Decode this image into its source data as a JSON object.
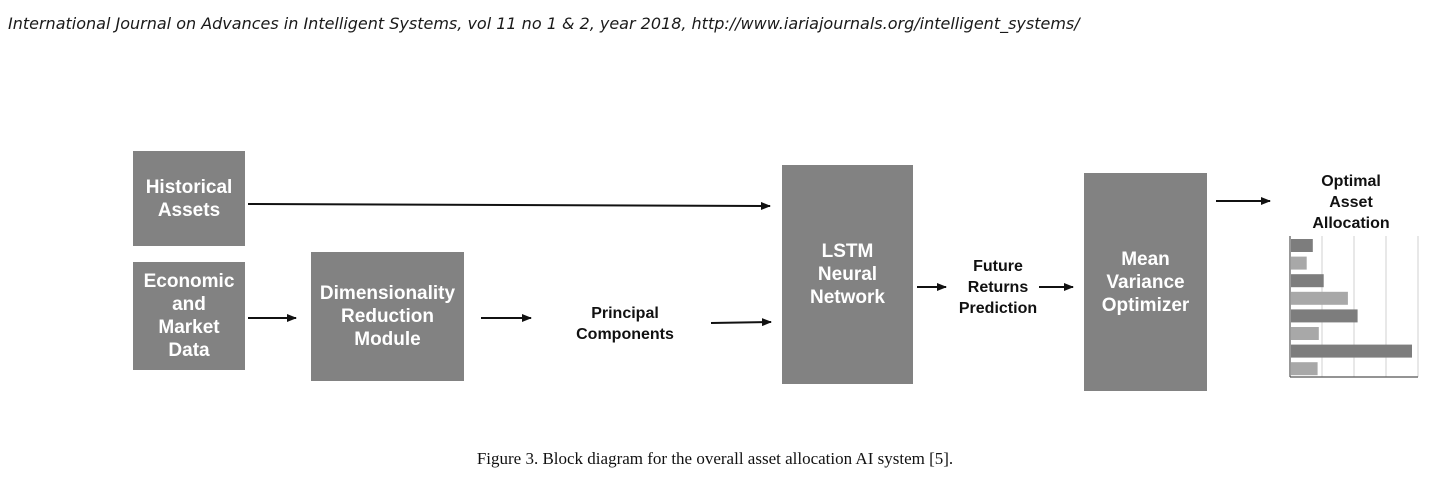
{
  "header": {
    "citation": "International Journal on Advances in Intelligent Systems, vol 11 no 1 & 2, year 2018, http://www.iariajournals.org/intelligent_systems/"
  },
  "diagram": {
    "blocks": {
      "historical_assets": "Historical\nAssets",
      "economic_market_data": "Economic\nand\nMarket\nData",
      "dimensionality_reduction": "Dimensionality\nReduction\nModule",
      "lstm": "LSTM\nNeural\nNetwork",
      "mean_variance_optimizer": "Mean\nVariance\nOptimizer"
    },
    "labels": {
      "principal_components": "Principal\nComponents",
      "future_returns": "Future\nReturns\nPrediction",
      "optimal_allocation": "Optimal\nAsset\nAllocation"
    },
    "allocation_bars": [
      {
        "value": 0.18,
        "color": "#7d7d7d"
      },
      {
        "value": 0.13,
        "color": "#a8a8a8"
      },
      {
        "value": 0.27,
        "color": "#7d7d7d"
      },
      {
        "value": 0.47,
        "color": "#a8a8a8"
      },
      {
        "value": 0.55,
        "color": "#7d7d7d"
      },
      {
        "value": 0.23,
        "color": "#a8a8a8"
      },
      {
        "value": 1.0,
        "color": "#7d7d7d"
      },
      {
        "value": 0.22,
        "color": "#a8a8a8"
      }
    ],
    "colors": {
      "block": "#828282",
      "arrow": "#111111"
    }
  },
  "caption": "Figure 3. Block diagram for the overall asset allocation AI system [5]."
}
